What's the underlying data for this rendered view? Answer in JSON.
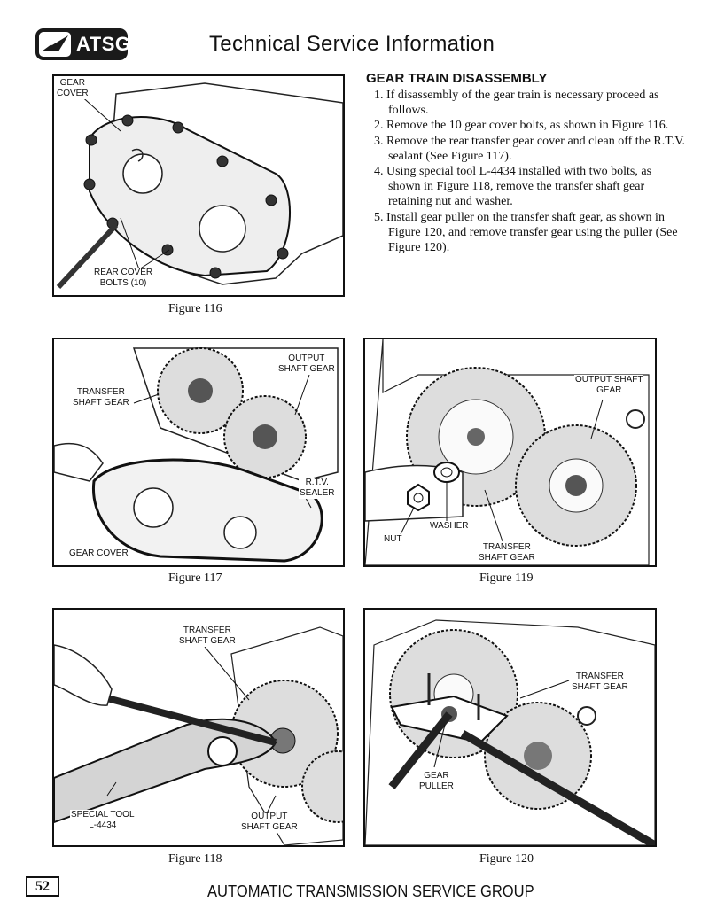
{
  "header": {
    "logo_text": "ATSG",
    "title": "Technical Service Information"
  },
  "section": {
    "title": "GEAR TRAIN DISASSEMBLY",
    "steps": [
      "1. If disassembly of the gear train is necessary proceed as follows.",
      "2. Remove the 10 gear cover bolts, as shown in Figure 116.",
      "3. Remove the rear transfer gear cover and clean off the R.T.V. sealant (See Figure 117).",
      "4. Using special tool L-4434 installed with two bolts, as shown in Figure 118, remove the transfer shaft gear retaining nut and washer.",
      "5. Install gear puller on the transfer shaft gear, as shown in Figure 120, and remove transfer gear using the puller (See Figure 120)."
    ]
  },
  "figures": {
    "f116": {
      "caption": "Figure 116",
      "labels": {
        "gear_cover": "GEAR\nCOVER",
        "rear_cover_bolts": "REAR COVER\nBOLTS (10)"
      }
    },
    "f117": {
      "caption": "Figure 117",
      "labels": {
        "output_shaft_gear": "OUTPUT\nSHAFT GEAR",
        "transfer_shaft_gear": "TRANSFER\nSHAFT GEAR",
        "rtv_sealer": "R.T.V.\nSEALER",
        "gear_cover": "GEAR COVER"
      }
    },
    "f119": {
      "caption": "Figure 119",
      "labels": {
        "output_shaft_gear": "OUTPUT SHAFT\nGEAR",
        "washer": "WASHER",
        "nut": "NUT",
        "transfer_shaft_gear": "TRANSFER\nSHAFT GEAR"
      }
    },
    "f118": {
      "caption": "Figure 118",
      "labels": {
        "transfer_shaft_gear": "TRANSFER\nSHAFT GEAR",
        "special_tool": "SPECIAL TOOL\nL-4434",
        "output_shaft_gear": "OUTPUT\nSHAFT GEAR"
      }
    },
    "f120": {
      "caption": "Figure 120",
      "labels": {
        "transfer_shaft_gear": "TRANSFER\nSHAFT GEAR",
        "gear_puller": "GEAR\nPULLER"
      }
    }
  },
  "footer": {
    "page_number": "52",
    "org_name": "AUTOMATIC TRANSMISSION SERVICE GROUP"
  }
}
